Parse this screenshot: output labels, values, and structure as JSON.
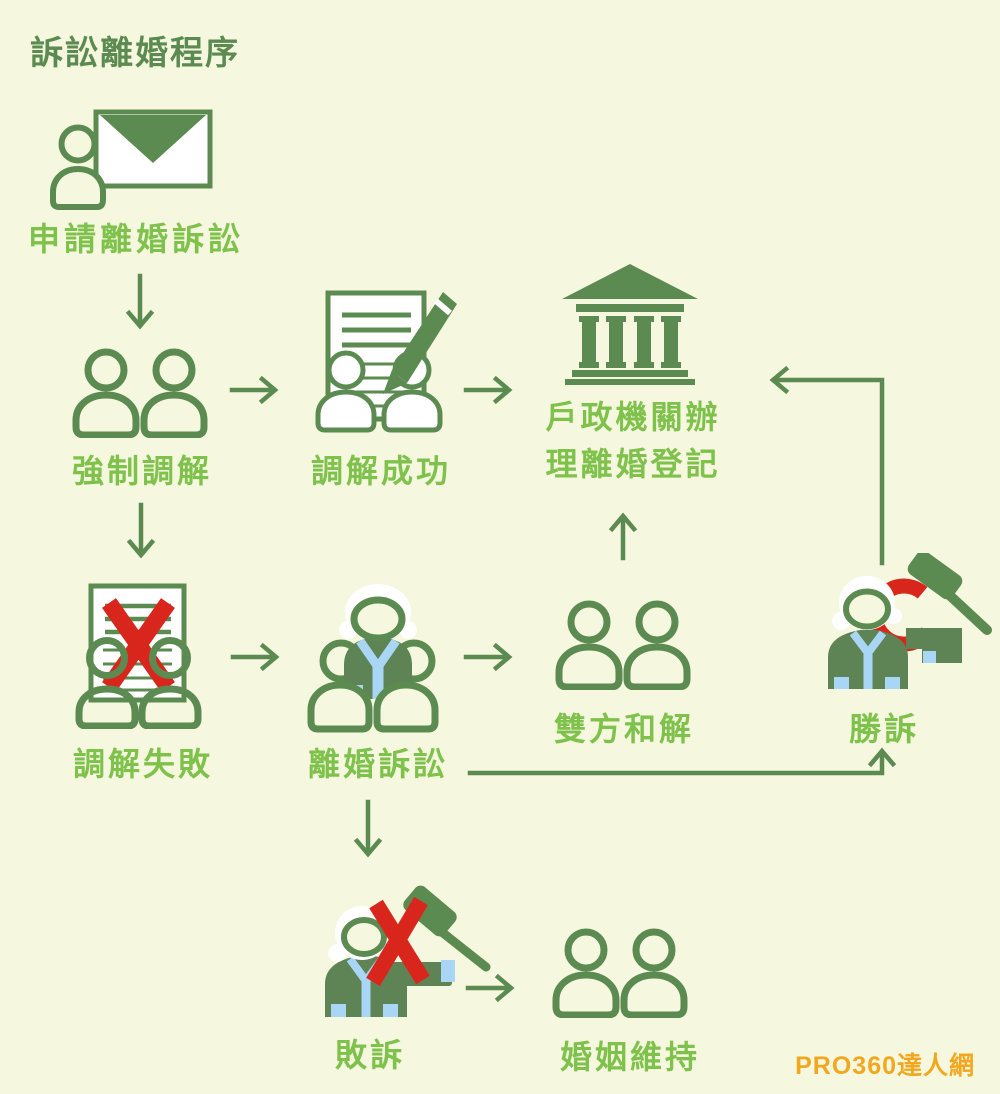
{
  "title": "訴訟離婚程序",
  "watermark": "PRO360達人網",
  "colors": {
    "background": "#f5f7de",
    "dark_green": "#5c8b52",
    "robe_green": "#5e8456",
    "label_green": "#7ec24b",
    "red": "#d9261c",
    "light_blue": "#a9d6f5",
    "watermark_orange": "#f2a71f"
  },
  "nodes": [
    {
      "id": "apply",
      "label": "申請離婚訴訟",
      "icon": "person-envelope-icon"
    },
    {
      "id": "forced-mediation",
      "label": "強制調解",
      "icon": "two-people-icon"
    },
    {
      "id": "mediation-success",
      "label": "調解成功",
      "icon": "document-pencil-people-icon"
    },
    {
      "id": "registration",
      "label_line1": "戶政機關辦",
      "label_line2": "理離婚登記",
      "icon": "government-building-icon"
    },
    {
      "id": "mediation-fail",
      "label": "調解失敗",
      "icon": "document-red-x-people-icon"
    },
    {
      "id": "lawsuit",
      "label": "離婚訴訟",
      "icon": "judge-between-people-icon"
    },
    {
      "id": "settlement",
      "label": "雙方和解",
      "icon": "two-people-icon"
    },
    {
      "id": "win",
      "label": "勝訴",
      "icon": "judge-gavel-swing-icon"
    },
    {
      "id": "lose",
      "label": "敗訴",
      "icon": "judge-gavel-red-x-icon"
    },
    {
      "id": "maintain",
      "label": "婚姻維持",
      "icon": "two-people-icon"
    }
  ],
  "flow": [
    "apply → forced-mediation",
    "forced-mediation → mediation-success",
    "mediation-success → registration",
    "forced-mediation → mediation-fail",
    "mediation-fail → lawsuit",
    "lawsuit → settlement",
    "settlement → registration",
    "lawsuit → win",
    "win → registration",
    "lawsuit → lose",
    "lose → maintain"
  ]
}
